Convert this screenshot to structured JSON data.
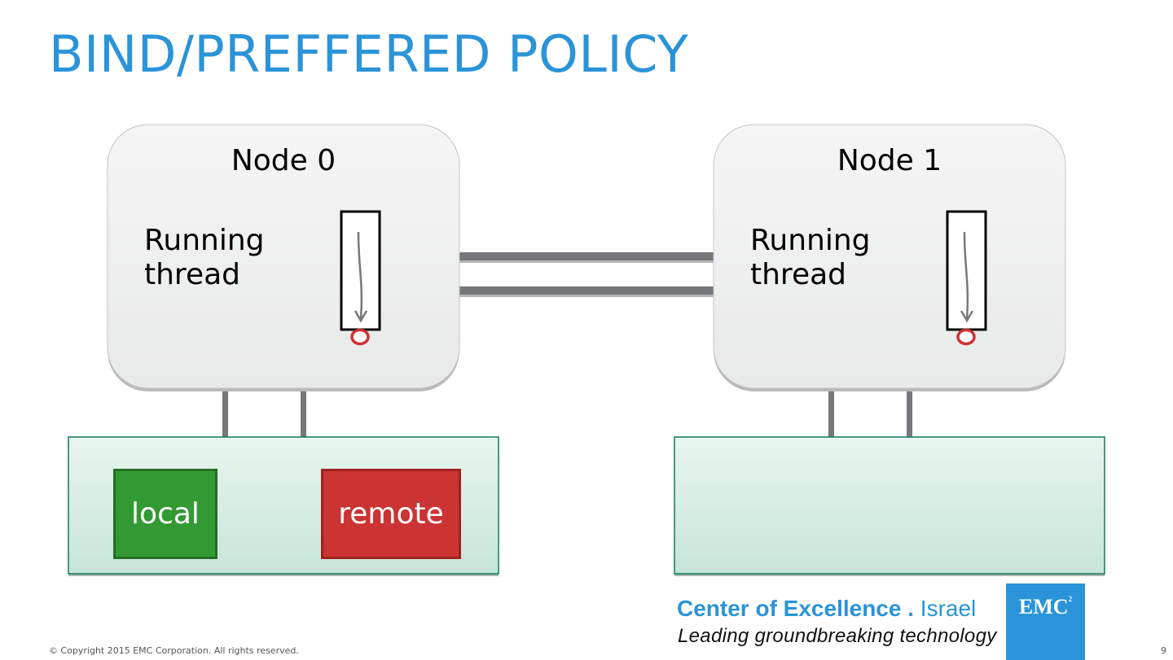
{
  "slide": {
    "title": "BIND/PREFFERED POLICY",
    "page_number": "9"
  },
  "nodes": [
    {
      "label": "Node 0",
      "thread_label_line1": "Running",
      "thread_label_line2": "thread"
    },
    {
      "label": "Node 1",
      "thread_label_line1": "Running",
      "thread_label_line2": "thread"
    }
  ],
  "memory": {
    "local_label": "local",
    "remote_label": "remote"
  },
  "colors": {
    "title": "#2b93d7",
    "local": "#339933",
    "remote": "#cc3333",
    "node_fill": "#efefef",
    "memory_fill": "#d6ede4",
    "interconnect": "#76777b",
    "thread_marker": "#cc3333"
  },
  "footer": {
    "copyright": "© Copyright 2015 EMC Corporation. All rights reserved.",
    "brand_bold": "Center of Excellence .",
    "brand_light": "Israel",
    "tagline": "Leading groundbreaking technology",
    "logo_text": "EMC",
    "logo_sup": "2"
  }
}
